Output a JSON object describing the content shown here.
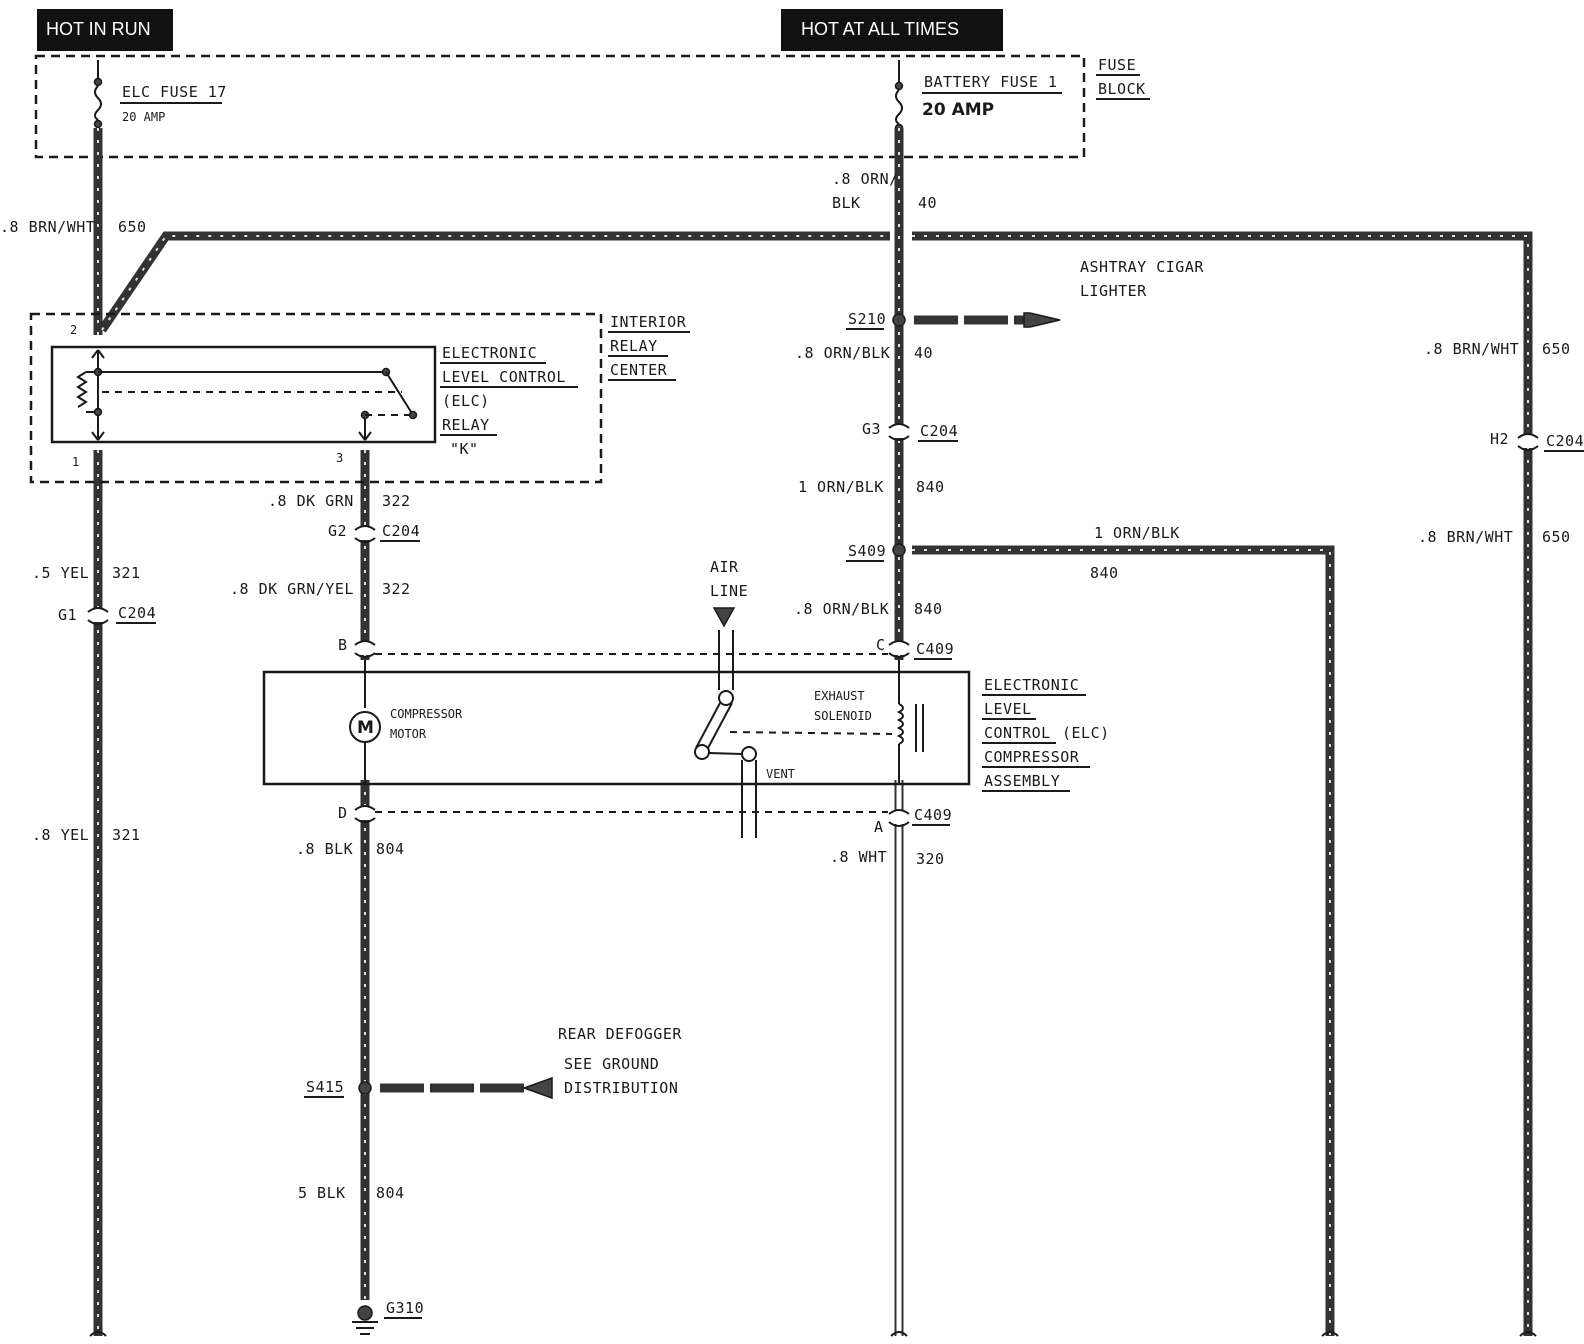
{
  "headers": {
    "hot_in_run": "HOT IN RUN",
    "hot_at_all_times": "HOT AT ALL TIMES"
  },
  "fuse_block": {
    "label_line1": "FUSE",
    "label_line2": "BLOCK",
    "elc_fuse": "ELC FUSE 17",
    "elc_amp": "20 AMP",
    "battery_fuse": "BATTERY FUSE 1",
    "battery_amp": "20 AMP"
  },
  "wires": {
    "w650_left_color": ".8 BRN/WHT",
    "w650_left_num": "650",
    "w40_top_color1": ".8 ORN/",
    "w40_top_color2": "BLK",
    "w40_top_num": "40",
    "w40_mid_color": ".8 ORN/BLK",
    "w40_mid_num": "40",
    "w840_color": "1 ORN/BLK",
    "w840_num": "840",
    "w840_branch_color": "1 ORN/BLK",
    "w840_branch_num": "840",
    "w840_low_color": ".8 ORN/BLK",
    "w840_low_num": "840",
    "w650_right_color": ".8 BRN/WHT",
    "w650_right_num": "650",
    "w650_right2_color": ".8 BRN/WHT",
    "w650_right2_num": "650",
    "w322_color": ".8 DK GRN",
    "w322_num": "322",
    "w322b_color": ".8 DK GRN/YEL",
    "w322b_num": "322",
    "w321_color": ".5 YEL",
    "w321_num": "321",
    "w321b_color": ".8 YEL",
    "w321b_num": "321",
    "w804_color": ".8 BLK",
    "w804_num": "804",
    "w804b_color": "5 BLK",
    "w804b_num": "804",
    "w320_color": ".8 WHT",
    "w320_num": "320"
  },
  "relay_center": {
    "line1": "INTERIOR",
    "line2": "RELAY",
    "line3": "CENTER",
    "relay_line1": "ELECTRONIC",
    "relay_line2": "LEVEL CONTROL",
    "relay_line3": "(ELC)",
    "relay_line4": "RELAY",
    "relay_line5": "\"K\"",
    "pin2": "2",
    "pin1": "1",
    "pin3": "3"
  },
  "connectors": {
    "g1": "G1",
    "g1_c": "C204",
    "g2": "G2",
    "g2_c": "C204",
    "g3": "G3",
    "g3_c": "C204",
    "h2": "H2",
    "h2_c": "C204",
    "b": "B",
    "c": "C",
    "c409_top": "C409",
    "d": "D",
    "a": "A",
    "c409_bot": "C409"
  },
  "splices": {
    "s210": "S210",
    "s409": "S409",
    "s415": "S415",
    "g310": "G310"
  },
  "callouts": {
    "ashtray1": "ASHTRAY CIGAR",
    "ashtray2": "LIGHTER",
    "airline1": "AIR",
    "airline2": "LINE",
    "rear_defogger": "REAR DEFOGGER",
    "see_ground1": "SEE GROUND",
    "see_ground2": "DISTRIBUTION"
  },
  "compressor": {
    "motor_symbol": "M",
    "motor1": "COMPRESSOR",
    "motor2": "MOTOR",
    "exhaust1": "EXHAUST",
    "exhaust2": "SOLENOID",
    "vent": "VENT",
    "title1": "ELECTRONIC",
    "title2": "LEVEL",
    "title3": "CONTROL",
    "title3b": "(ELC)",
    "title4": "COMPRESSOR",
    "title5": "ASSEMBLY"
  }
}
